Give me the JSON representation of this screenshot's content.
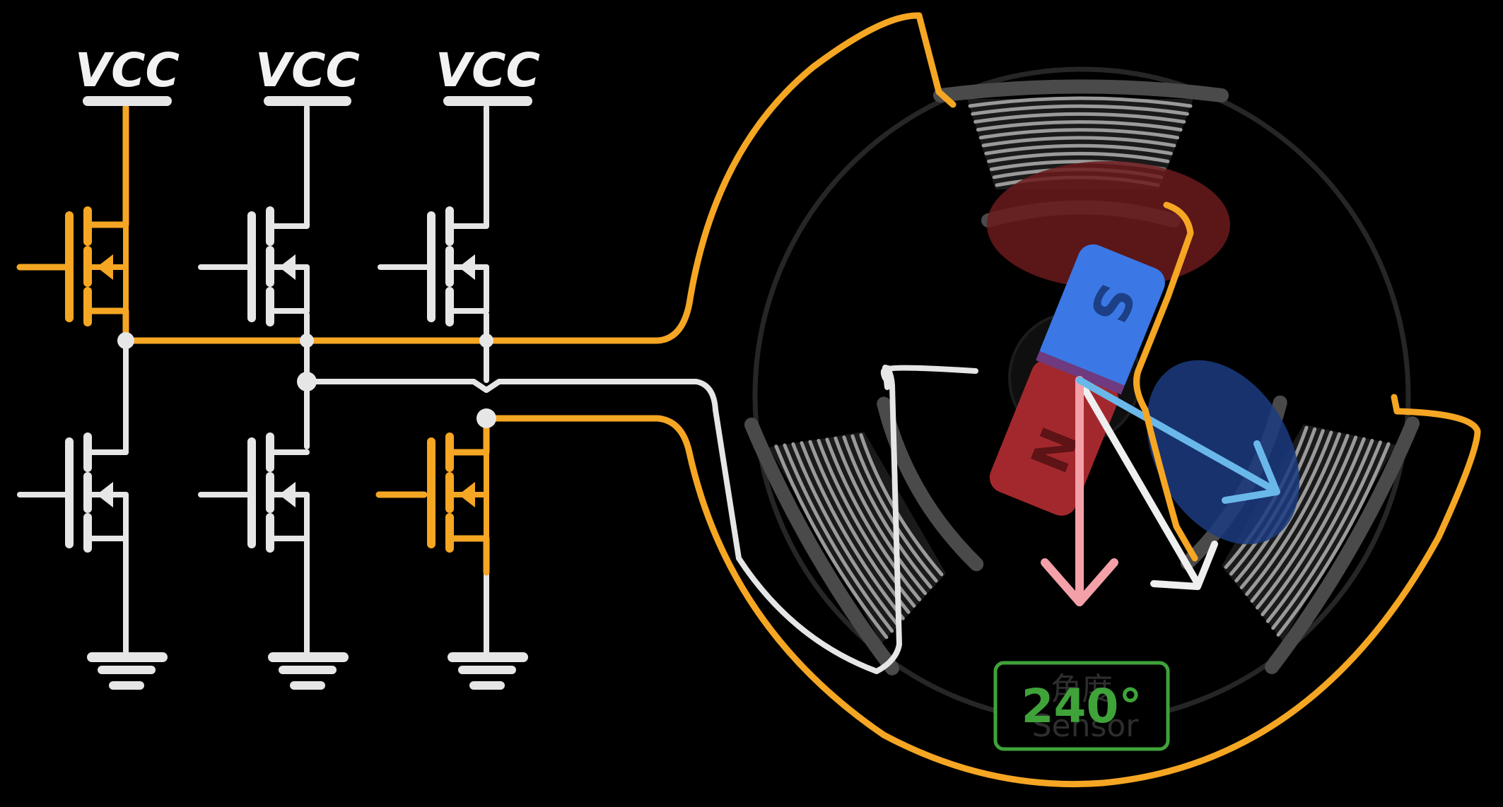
{
  "labels": {
    "vcc": [
      "VCC",
      "VCC",
      "VCC"
    ],
    "magnet_south": "S",
    "magnet_north": "N",
    "angle": "240°",
    "sensor_ghost_top": "角度",
    "sensor_ghost_bottom": "Sensor"
  },
  "colors": {
    "background": "#000000",
    "active_wire": "#f5a623",
    "inactive_wire": "#e6e6e6",
    "coil_winding": "#9a9a9a",
    "coil_frame": "#4a4a4a",
    "stator_ring": "#2a2a2a",
    "magnet_south": "#3b78e6",
    "magnet_north": "#a3282d",
    "arrow_pink": "#f4a0a8",
    "arrow_white": "#f0f0f0",
    "arrow_blue": "#6ab8ea",
    "angle_box": "#3fa33a"
  },
  "icons": {
    "mosfet": "mosfet-transistor-icon",
    "ground": "ground-symbol-icon",
    "coil": "coil-winding-icon",
    "magnet": "bar-magnet-icon"
  }
}
